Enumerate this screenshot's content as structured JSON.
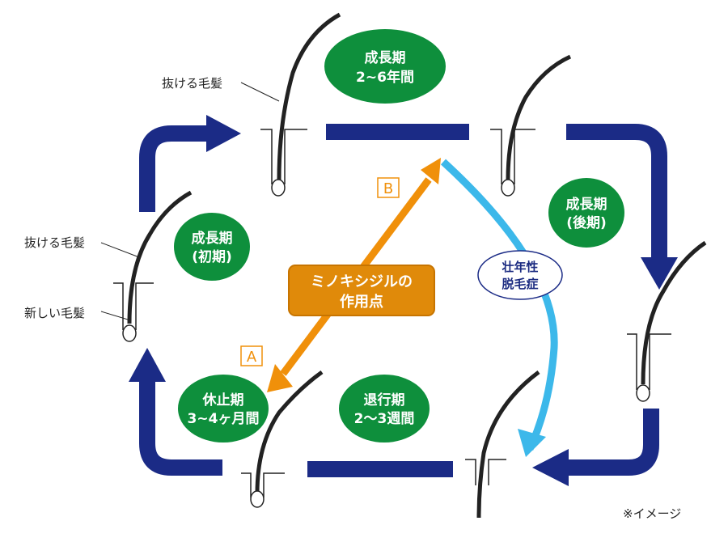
{
  "colors": {
    "navy": "#1b2b86",
    "green": "#0e8f3c",
    "orange": "#f0900a",
    "light_blue": "#3cb8ea"
  },
  "phases": {
    "anagen": {
      "line1": "成長期",
      "line2": "2~6年間"
    },
    "anagen_late": {
      "line1": "成長期",
      "line2": "(後期)"
    },
    "anagen_early": {
      "line1": "成長期",
      "line2": "(初期)"
    },
    "telogen": {
      "line1": "休止期",
      "line2": "3~4ヶ月間"
    },
    "catagen": {
      "line1": "退行期",
      "line2": "2～3週間"
    }
  },
  "labels": {
    "falling_hair_top": "抜ける毛髪",
    "falling_hair_left": "抜ける毛髪",
    "new_hair": "新しい毛髪",
    "note": "※イメージ"
  },
  "minoxidil": {
    "line1": "ミノキシジルの",
    "line2": "作用点",
    "point_a": "A",
    "point_b": "B"
  },
  "aga": {
    "line1": "壮年性",
    "line2": "脱毛症"
  }
}
